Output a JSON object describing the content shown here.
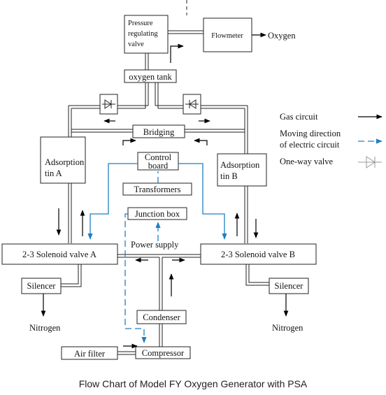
{
  "components": {
    "pressure_valve": [
      "Pressure",
      "regulating",
      "valve"
    ],
    "flowmeter": "Flowmeter",
    "oxygen_tank": "oxygen tank",
    "bridging": "Bridging",
    "adsorption_a": [
      "Adsorption",
      "tin A"
    ],
    "adsorption_b": [
      "Adsorption",
      "tin B"
    ],
    "control_board": [
      "Control",
      "board"
    ],
    "transformers": "Transformers",
    "junction_box": "Junction box",
    "power_supply": "Power supply",
    "solenoid_a": "2-3 Solenoid valve A",
    "solenoid_b": "2-3 Solenoid valve B",
    "silencer_a": "Silencer",
    "silencer_b": "Silencer",
    "condenser": "Condenser",
    "compressor": "Compressor",
    "air_filter": "Air filter"
  },
  "outputs": {
    "oxygen": "Oxygen",
    "nitrogen_a": "Nitrogen",
    "nitrogen_b": "Nitrogen"
  },
  "legend": {
    "gas_circuit": "Gas  circuit",
    "electric": [
      "Moving direction",
      "of electric circuit"
    ],
    "one_way_valve": "One-way valve",
    "electric_color": "#1e7fc0"
  },
  "caption": "Flow Chart of Model FY Oxygen Generator with PSA"
}
